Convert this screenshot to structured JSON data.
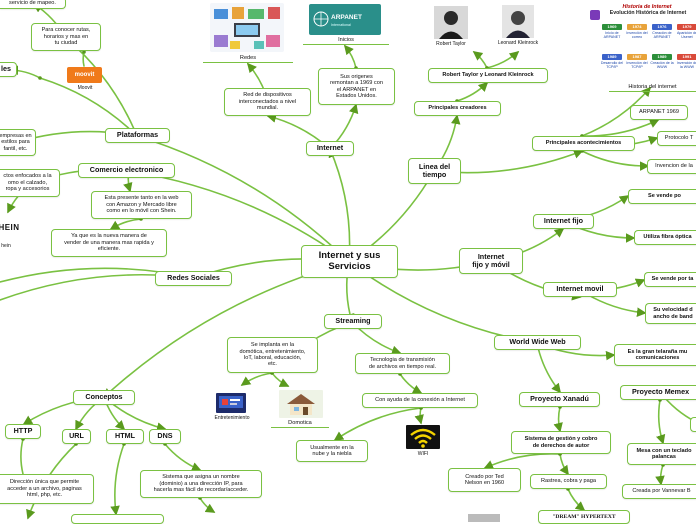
{
  "center": "Internet y sus\nServicios",
  "branches": {
    "internet": "Internet",
    "plataformas": "Plataformas",
    "comercio": "Comercio electronico",
    "redes": "Redes Sociales",
    "streaming": "Streaming",
    "conceptos": "Conceptos",
    "linea": "Linea del\ntiempo",
    "fijo_movil": "Internet\nfijo y móvil",
    "www": "World Wide Web"
  },
  "left_top": {
    "mapeo": "servicio de mapeo.",
    "conocer_rutas": "Para conocer rutas,\nhorarios y mas en\ntu ciudad",
    "moovit_caption": "Moovit",
    "moovit_logo": "moovit",
    "les": "les",
    "empresas": "empresas en\nestilos para\nfantil, etc.",
    "enfocados": "ctos enfocados a la\nomo el calzado,\nropa y accesorios",
    "shein_logo": "HEIN",
    "shein_caption": "hein"
  },
  "comercio_nodes": {
    "presente": "Esta presente tanto en la web\ncon Amazon y Mercado libre\ncomo en lo móvil con Shein.",
    "ya_que": "Ya que es la nueva manera de\nvender de una manera mas rapida y\neficiente."
  },
  "internet_nodes": {
    "redes_caption": "Redes",
    "inicios_caption": "Inicios",
    "arpanet_logo": "ARPANET",
    "arpanet_sub": "International",
    "red_dispositivos": "Red de dispositivos\ninterconectados a nivel\nmundial.",
    "origenes": "Sus origenes\nremontan a 1969 con\nel ARPANET en\nEstados Unidos."
  },
  "streaming_nodes": {
    "implanta": "Se implanta en la\ndomótica, entretenimiento,\nIoT, laboral, educación,\netc.",
    "entretenimiento": "Entretenimiento",
    "domotica": "Domotica",
    "tecnologia": "Tecnologia de transmisión\nde archivos en tiempo real.",
    "ayuda": "Con ayuda de la conexión a Internet",
    "usualmente": "Usualmente en la\nnube y la niebla",
    "wifi": "WIFI"
  },
  "conceptos_nodes": {
    "http": "HTTP",
    "url": "URL",
    "html": "HTML",
    "dns": "DNS",
    "direccion": "Dirección única que permite\nacceder a un archivo, paginas\nhtml, php, etc.",
    "sistema_dns": "Sistema que asigna un nombre\n(dominio) a una dirección IP, para\nhacerla mas fácil de recordar/acceder."
  },
  "linea_nodes": {
    "robert_name": "Robert Taylor",
    "leonard_name": "Leonard Kleinrock",
    "taylor_kleinrock": "Robert Taylor y Leonard Kleinrock",
    "principales_creadores": "Principales creadores",
    "historia_title": "Historia de Internet",
    "historia_subtitle": "Evolución Histórica de Internet",
    "historia_caption": "Historia del internet",
    "principales_acont": "Principales acontecimientos",
    "arpanet1969": "ARPANET 1969",
    "protocolo": "Protocolo T",
    "invencion": "Invencion de la",
    "timeline_years": [
      "1969",
      "1974",
      "1976",
      "1979",
      "1989",
      "1987",
      "1989",
      "1991"
    ],
    "timeline_labels": [
      "Inicio de ARPANET",
      "Invención del correo",
      "Creación de ARPANET",
      "Aparición de Usenet",
      "Desarrollo del TCP/IP",
      "Invención del TCP/IP",
      "Creación de la WWW",
      "Invención de la WWW"
    ]
  },
  "fijo_nodes": {
    "fijo": "Internet fijo",
    "movil": "Internet  movil",
    "se_vende_1": "Se vende po",
    "fibra": "Utiliza fibra óptica",
    "se_vende_2": "Se vende por ta",
    "velocidad": "Su velocidad d\nancho de band"
  },
  "www_nodes": {
    "gran_telarana": "Es la gran telaraña mu\ncomunicaciones",
    "proyecto_memex": "Proyecto Memex",
    "mesa": "Mesa con un teclado\npalancas",
    "creada_vannevar": "Creada por Vannevar B",
    "xanadu": "Proyecto Xanadú",
    "gestion": "Sistema de gestión y cobro\nde derechos de autor",
    "creado_ted": "Creado por Ted\nNelson en 1960",
    "rastrea": "Rastrea, cobra y paga",
    "dream": "\"DREAM\" HYPERTEXT"
  },
  "colors": {
    "edge": "#7ac142",
    "arrow": "#5a9a1e",
    "arpanet_teal": "#2a8f8a",
    "moovit_orange": "#f07a1a",
    "historia_red": "#b00000",
    "historia_blue": "#1a44a8"
  }
}
